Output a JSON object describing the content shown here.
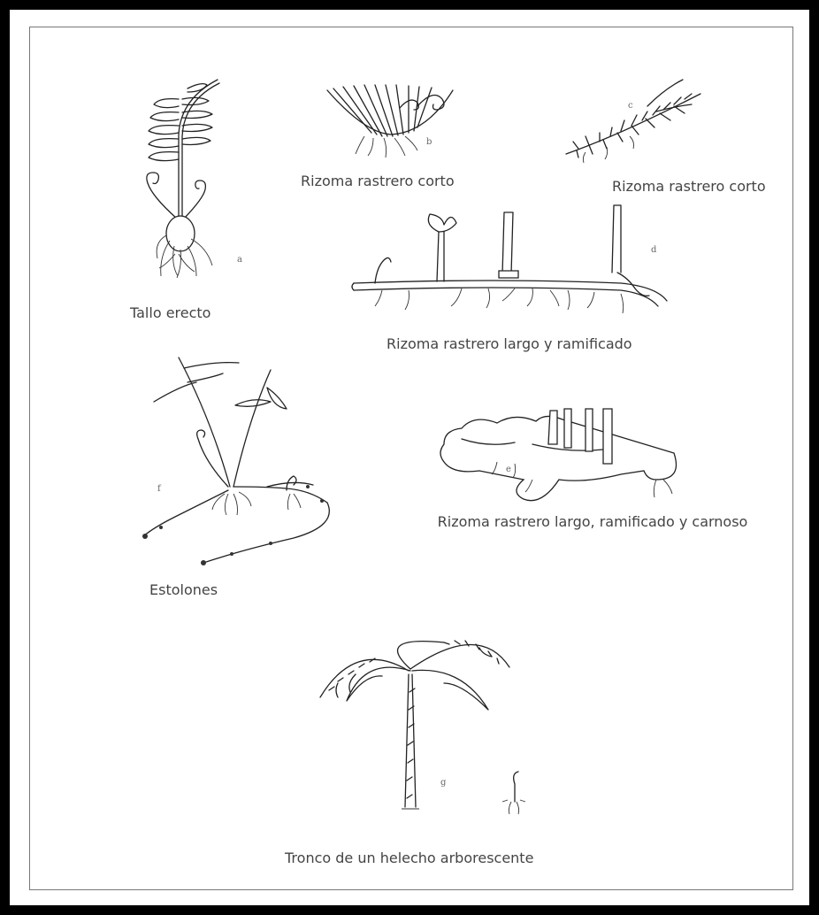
{
  "labels": {
    "a": "Tallo erecto",
    "b": "Rizoma rastrero corto",
    "c": "Rizoma rastrero corto",
    "d": "Rizoma rastrero largo y ramificado",
    "e": "Rizoma rastrero largo, ramificado y carnoso",
    "f": "Estolones",
    "g": "Tronco de un helecho arborescente"
  },
  "figure_tags": {
    "a": "a",
    "b": "b",
    "c": "c",
    "d": "d",
    "e": "e",
    "f": "f",
    "g": "g"
  }
}
